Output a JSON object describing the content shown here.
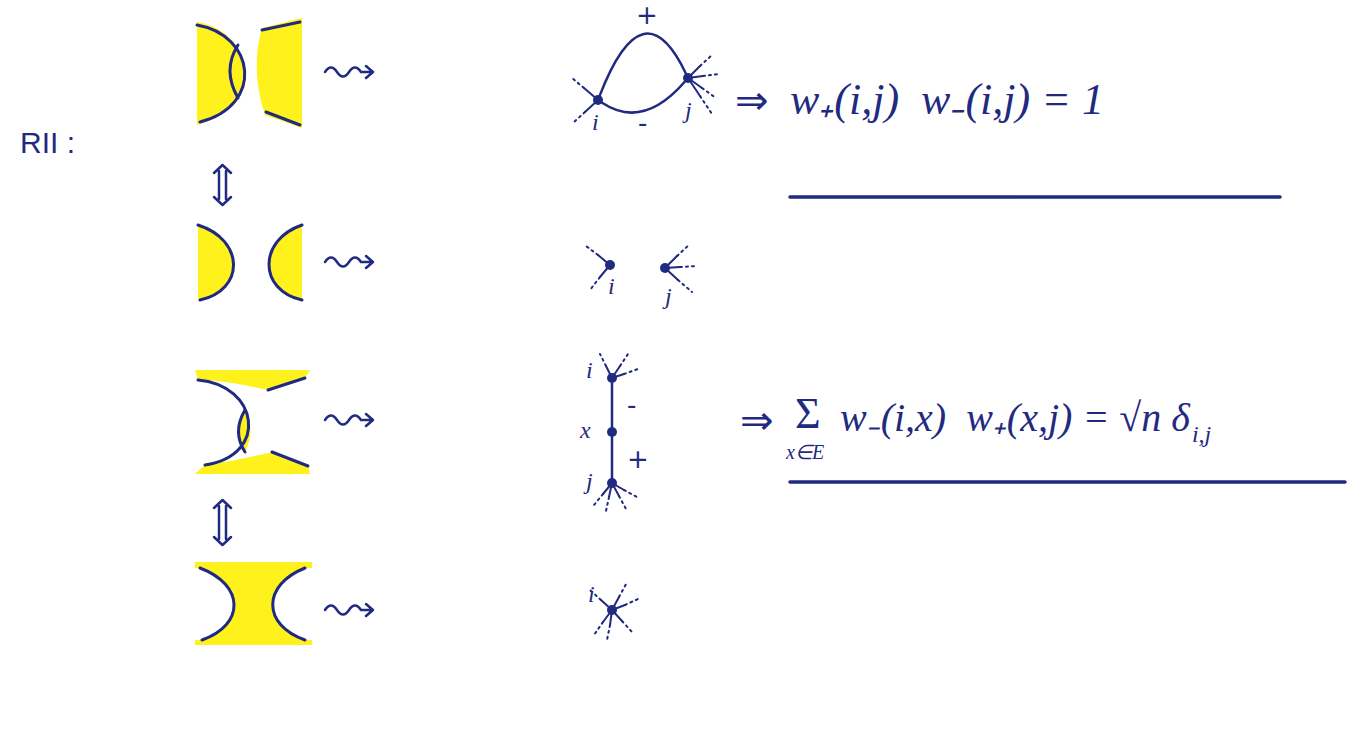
{
  "diagram": {
    "nodes": [
      {
        "text": [
          "i"
        ]
      },
      {
        "text": [
          "j"
        ]
      },
      {
        "text": [
          "i"
        ]
      },
      {
        "text": [
          "j"
        ]
      },
      {
        "text": [
          "i"
        ]
      },
      {
        "text": [
          "x"
        ]
      },
      {
        "text": [
          "j"
        ]
      },
      {
        "text": [
          "i"
        ]
      }
    ],
    "edges": [
      {
        "from": 0,
        "to": 1,
        "label": "+",
        "arrow": "none"
      },
      {
        "from": 0,
        "to": 1,
        "label": "-",
        "arrow": "none"
      },
      {
        "from": 4,
        "to": 5,
        "label": "-",
        "arrow": "none"
      },
      {
        "from": 5,
        "to": 6,
        "label": "+",
        "arrow": "none"
      }
    ],
    "labels": [
      "RII :",
      "⇒",
      "w₊(i,j)  w₋(i,j) = 1",
      "⇒",
      "Σ",
      "x∈E",
      "w₋(i,x)  w₊(x,j) = √n δ",
      "i,j"
    ]
  }
}
